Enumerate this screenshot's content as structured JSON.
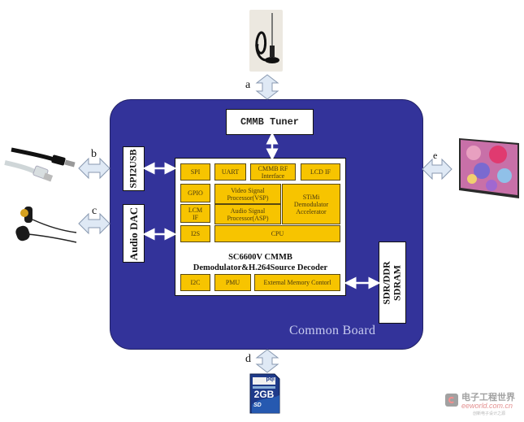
{
  "board": {
    "label": "Common Board",
    "color": "#33339a"
  },
  "tuner": {
    "label": "CMMB Tuner"
  },
  "side_modules": {
    "spi2usb": "SPI2USB",
    "audio_dac": "Audio DAC",
    "sdram_line1": "SDR/DDR",
    "sdram_line2": "SDRAM"
  },
  "chip": {
    "title_line1": "SC6600V CMMB",
    "title_line2": "Demodulator&H.264Source Decoder",
    "block_color": "#f7c400",
    "blocks": {
      "spi": "SPI",
      "uart": "UART",
      "cmmb_rf": "CMMB RF Interface",
      "lcd_if": "LCD IF",
      "gpio": "GPIO",
      "vsp": "Video Signal Processor(VSP)",
      "asp": "Audio Signal Processor(ASP)",
      "stimi": "STiMi Demodulator Accelerator",
      "lcm_if": "LCM IF",
      "i2s": "I2S",
      "cpu": "CPU",
      "i2c": "I2C",
      "pmu": "PMU",
      "emc": "External Memory Contorl"
    }
  },
  "connectors": {
    "a": "a",
    "b": "b",
    "c": "c",
    "d": "d",
    "e": "e"
  },
  "peripherals": {
    "antenna": "antenna",
    "usb_cable": "usb-cable",
    "earphones": "earphones",
    "sd_card_brand": "pqi",
    "sd_card_capacity": "2GB",
    "sd_card_logo": "SD",
    "lcd_screen": "lcd-screen"
  },
  "watermark": {
    "title": "电子工程世界",
    "url": "eeworld.com.cn",
    "tagline": "创新电子设计之源"
  }
}
